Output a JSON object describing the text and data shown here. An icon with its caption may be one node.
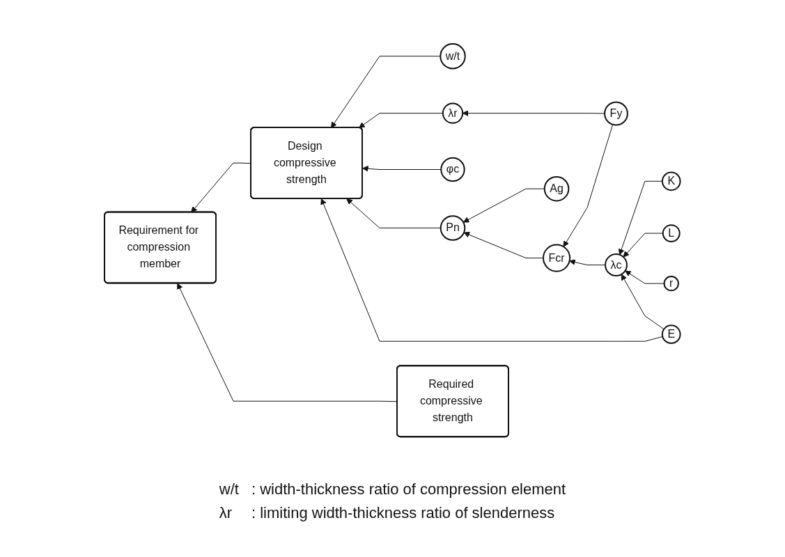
{
  "diagram": {
    "nodes": [
      {
        "text": [
          "w/t"
        ]
      },
      {
        "text": [
          "λr"
        ]
      },
      {
        "text": [
          "Design compressive strength"
        ]
      },
      {
        "text": [
          "φc"
        ]
      },
      {
        "text": [
          "Pn"
        ]
      },
      {
        "text": [
          "Ag"
        ]
      },
      {
        "text": [
          "Requirement for compression member"
        ]
      },
      {
        "text": [
          "Fy"
        ]
      },
      {
        "text": [
          "Fcr"
        ]
      },
      {
        "text": [
          "K"
        ]
      },
      {
        "text": [
          "Required compressive strength"
        ]
      },
      {
        "text": [
          "λc"
        ]
      },
      {
        "text": [
          "L"
        ]
      },
      {
        "text": [
          "r"
        ]
      },
      {
        "text": [
          "E"
        ]
      }
    ],
    "edges": [
      {
        "from": 2,
        "to": 6,
        "arrow": "to"
      },
      {
        "from": 10,
        "to": 6,
        "arrow": "to"
      },
      {
        "from": 0,
        "to": 2,
        "arrow": "to"
      },
      {
        "from": 1,
        "to": 2,
        "arrow": "to"
      },
      {
        "from": 3,
        "to": 2,
        "arrow": "to"
      },
      {
        "from": 4,
        "to": 2,
        "arrow": "to"
      },
      {
        "from": 5,
        "to": 4,
        "arrow": "to"
      },
      {
        "from": 7,
        "to": 1,
        "arrow": "to"
      },
      {
        "from": 7,
        "to": 8,
        "arrow": "to"
      },
      {
        "from": 8,
        "to": 4,
        "arrow": "to"
      },
      {
        "from": 11,
        "to": 8,
        "arrow": "to"
      },
      {
        "from": 9,
        "to": 11,
        "arrow": "to"
      },
      {
        "from": 12,
        "to": 11,
        "arrow": "to"
      },
      {
        "from": 13,
        "to": 11,
        "arrow": "to"
      },
      {
        "from": 14,
        "to": 11,
        "arrow": "to"
      },
      {
        "from": 14,
        "to": 2,
        "arrow": "to"
      }
    ],
    "labels": [
      "w/t",
      ": width-thickness ratio of compression element",
      "λr",
      ": limiting width-thickness ratio of slenderness"
    ]
  }
}
